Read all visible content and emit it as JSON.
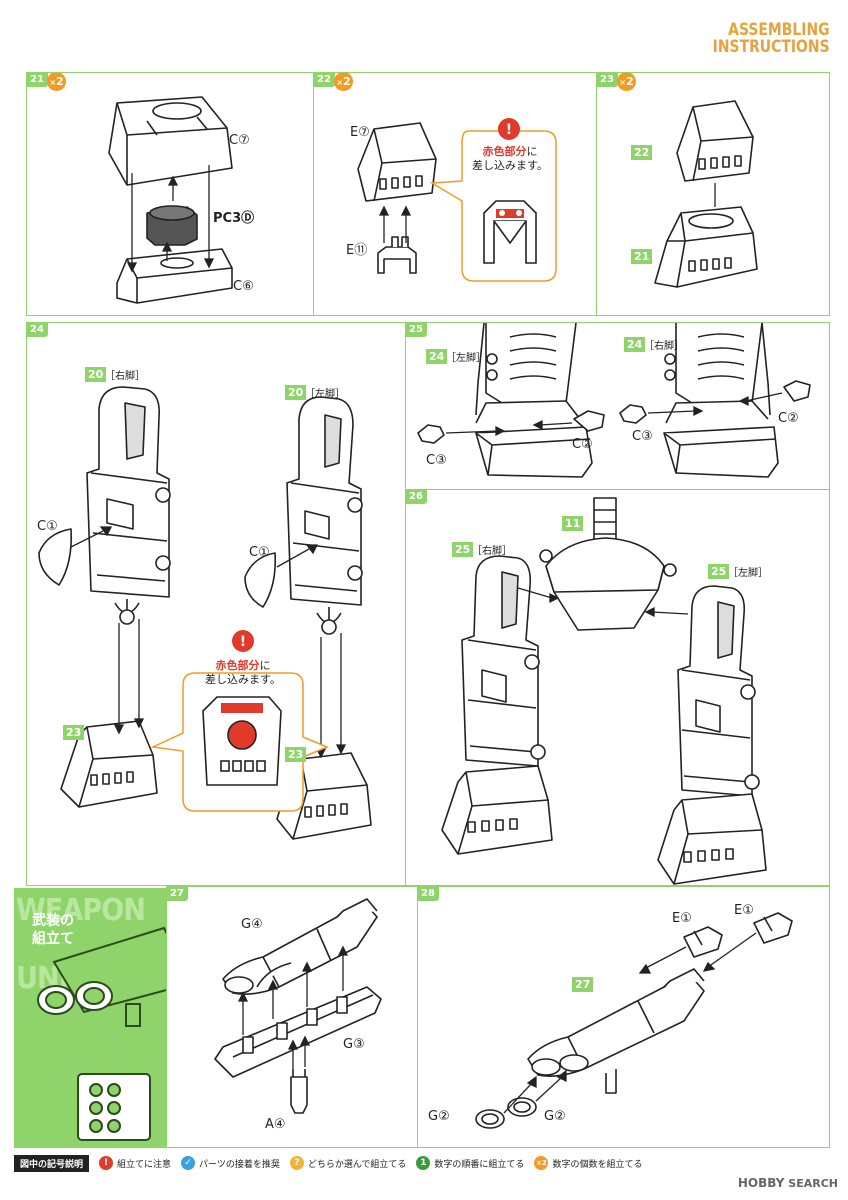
{
  "header": {
    "line1": "ASSEMBLING",
    "line2": "INSTRUCTIONS"
  },
  "steps": {
    "s21": {
      "number": "21",
      "multiplier_prefix": "×",
      "multiplier": "2",
      "parts": {
        "top": "C⑦",
        "middle": "PC3Ⓓ",
        "bottom": "C⑥"
      }
    },
    "s22": {
      "number": "22",
      "multiplier_prefix": "×",
      "multiplier": "2",
      "parts": {
        "top": "E⑦",
        "bottom": "E⑪"
      },
      "callout": {
        "red": "赤色部分",
        "rest1": "に",
        "line2": "差し込みます。"
      }
    },
    "s23": {
      "number": "23",
      "multiplier_prefix": "×",
      "multiplier": "2",
      "tags": {
        "top": "22",
        "bottom": "21"
      }
    },
    "s24": {
      "number": "24",
      "right_leg": {
        "tag": "20",
        "side": "［右脚］",
        "part": "C①",
        "base_tag": "23"
      },
      "left_leg": {
        "tag": "20",
        "side": "［左脚］",
        "part": "C①",
        "base_tag": "23"
      },
      "callout": {
        "red": "赤色部分",
        "rest1": "に",
        "line2": "差し込みます。"
      }
    },
    "s25": {
      "number": "25",
      "left": {
        "tag": "24",
        "side": "［左脚］",
        "part_a": "C③",
        "part_b": "C②"
      },
      "right": {
        "tag": "24",
        "side": "［右脚］",
        "part_a": "C③",
        "part_b": "C②"
      }
    },
    "s26": {
      "number": "26",
      "center_tag": "11",
      "right_leg": {
        "tag": "25",
        "side": "［右脚］"
      },
      "left_leg": {
        "tag": "25",
        "side": "［左脚］"
      }
    },
    "s27": {
      "number": "27",
      "parts": {
        "top": "G④",
        "right": "G③",
        "bottom": "A④"
      }
    },
    "s28": {
      "number": "28",
      "assembly_tag": "27",
      "parts": {
        "e_left": "E①",
        "e_right": "E①",
        "g_left": "G②",
        "g_right": "G②"
      }
    }
  },
  "weapon_section": {
    "title_en_1": "WEAPON",
    "title_en_2": "UNIT",
    "title_jp_1": "武装の",
    "title_jp_2": "組立て"
  },
  "legend": {
    "heading": "図中の記号説明",
    "items": [
      {
        "symbol": "!",
        "text": "組立てに注意",
        "color": "#e23a2a"
      },
      {
        "symbol": "✓",
        "text": "パーツの接着を推奨",
        "color": "#3aa0e0"
      },
      {
        "symbol": "?",
        "text": "どちらか選んで組立てる",
        "color": "#f2b234"
      },
      {
        "symbol": "1",
        "text": "数字の順番に組立てる",
        "color": "#3a9a3a"
      },
      {
        "symbol": "×2",
        "text": "数字の個数を組立てる",
        "color": "#f39a25"
      }
    ]
  },
  "watermark": {
    "brand": "HOBBY",
    "suffix": "SEARCH"
  }
}
